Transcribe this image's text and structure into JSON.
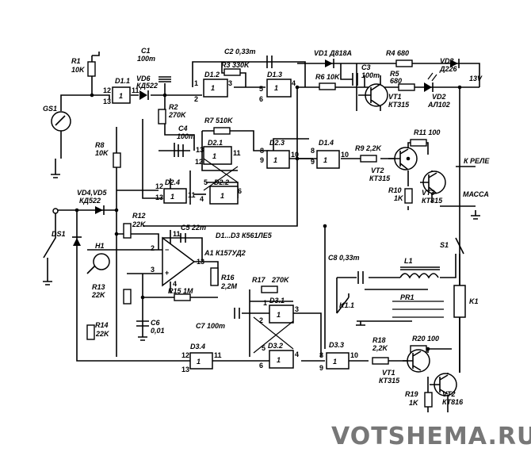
{
  "labels": {
    "r1": "R1",
    "r1v": "10K",
    "gs1": "GS1",
    "c1": "C1",
    "c1v": "100m",
    "d11": "D1.1",
    "vd6": "VD6",
    "vd6v": "КД522",
    "d12": "D1.2",
    "r2": "R2",
    "r2v": "270K",
    "c2": "C2 0,33m",
    "r3": "R3 330K",
    "d13": "D1.3",
    "r6": "R6 10K",
    "vd1": "VD1 Д818А",
    "c3": "C3",
    "c3v": "100m",
    "r4": "R4 680",
    "r5": "R5",
    "r5v": "680",
    "vd3": "VD3",
    "vd3v": "Д226",
    "vd2": "VD2",
    "vd2v": "АЛ102",
    "vt1a": "VT1",
    "vt1av": "КТ315",
    "v13": "13V",
    "c4": "C4",
    "c4v": "100m",
    "r7": "R7 510K",
    "d21": "D2.1",
    "d22": "D2.2",
    "d23": "D2.3",
    "d14": "D1.4",
    "r9": "R9 2,2K",
    "r11": "R11 100",
    "krele": "К РЕЛЕ",
    "vt2a": "VT2",
    "vt2av": "КТ315",
    "r10": "R10",
    "r10v": "1K",
    "vt3": "VT3",
    "vt3v": "КТ815",
    "massa": "МАССА",
    "r8": "R8",
    "r8v": "10K",
    "d24": "D2.4",
    "vd45": "VD4,VD5",
    "vd45v": "КД522",
    "ds1": "DS1",
    "r12": "R12",
    "r12v": "22K",
    "c5": "C5 22m",
    "ics": "D1...D3 К561ЛЕ5",
    "h1": "H1",
    "a1": "A1 К157УД2",
    "r13": "R13",
    "r13v": "22K",
    "r16": "R16",
    "r16v": "2,2M",
    "r15": "R15 1M",
    "c6": "C6",
    "c6v": "0,01",
    "r14": "R14",
    "r14v": "22K",
    "r17": "R17",
    "r17v": "270K",
    "d31": "D3.1",
    "c7": "C7 100m",
    "d32": "D3.2",
    "d34": "D3.4",
    "s1": "S1",
    "c8": "C8 0,33m",
    "l1": "L1",
    "pr1": "PR1",
    "k11": "K1.1",
    "k1": "K1",
    "d33": "D3.3",
    "r18": "R18",
    "r18v": "2,2K",
    "r20": "R20 100",
    "vt1b": "VT1",
    "vt1bv": "КТ315",
    "r19": "R19",
    "r19v": "1K",
    "vt2b": "VT2",
    "vt2bv": "КТ816"
  },
  "watermark": "VOTSHEMA.RU"
}
